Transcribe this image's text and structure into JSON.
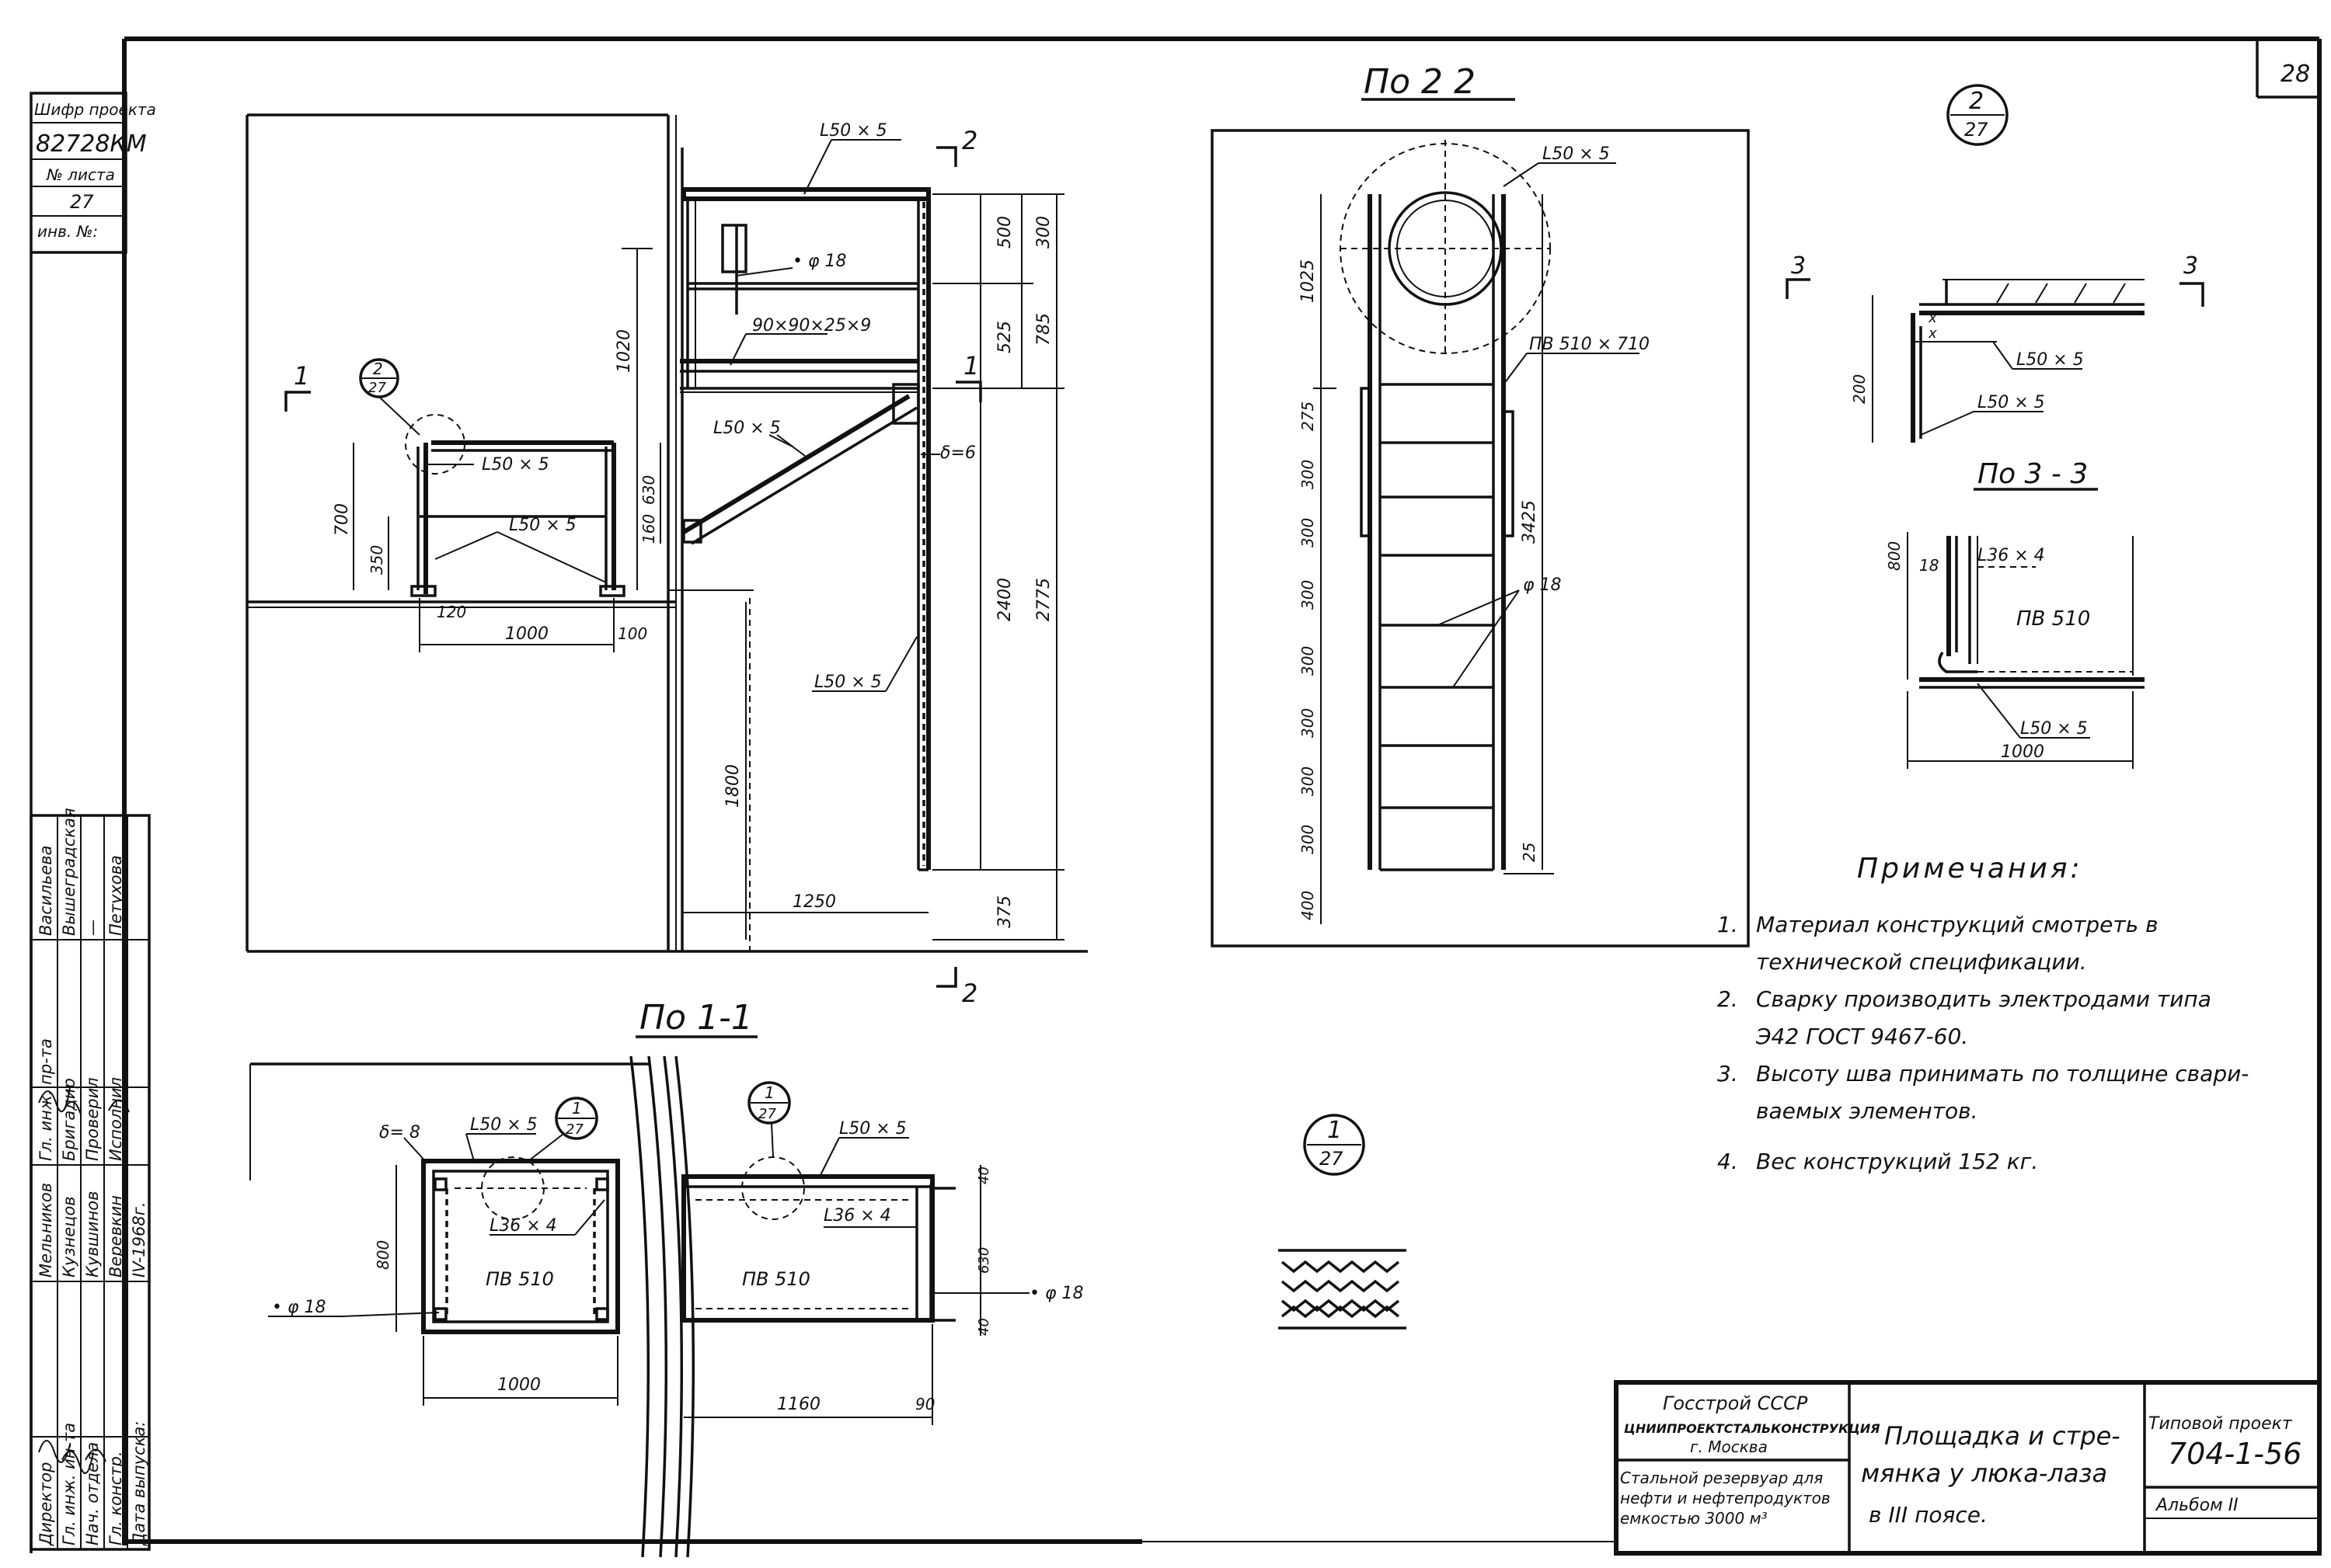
{
  "sheet": {
    "number": "28",
    "side_stamp": {
      "code_label": "Шифр проекта",
      "code": "82728КМ",
      "sheet_label": "№ листа",
      "sheet_no": "27",
      "inv_label": "инв. №:"
    },
    "approvals": [
      {
        "role": "Директор",
        "name": "Мельников"
      },
      {
        "role": "Гл. инж. ин-та",
        "name": "Кузнецов"
      },
      {
        "role": "Нач. отдела",
        "name": "Кувшинов"
      },
      {
        "role": "Гл. констр.",
        "name": "Веревкин"
      },
      {
        "role": "Дата выпуска:",
        "name": "IV-1968г."
      },
      {
        "role": "Гл. инж. пр-та",
        "name": "Васильева"
      },
      {
        "role": "Бригадир",
        "name": "Вышеградская"
      },
      {
        "role": "Проверил",
        "name": "—"
      },
      {
        "role": "Исполнил",
        "name": "Петухова"
      }
    ]
  },
  "views": {
    "main": {
      "cut1": "1",
      "cut2": "2",
      "callout_num": "2",
      "callout_den": "27",
      "labels": {
        "top_angle": "L50 × 5",
        "rod": "• φ 18",
        "bracket": "90×90×25×9",
        "brace": "L50 × 5",
        "plate": "δ=6",
        "post": "L50 × 5",
        "rail": "L50 × 5",
        "platform_rail": "L50 × 5"
      },
      "dims": [
        "500",
        "300",
        "525",
        "785",
        "1020",
        "630",
        "160",
        "2400",
        "2775",
        "1800",
        "375",
        "1250",
        "700",
        "350",
        "120",
        "1000",
        "100"
      ]
    },
    "section_2_2": {
      "title": "По 2 2",
      "labels": {
        "angle": "L50 × 5",
        "grating": "ПВ 510 × 710",
        "rungs": "φ 18"
      },
      "dims": [
        "1025",
        "275",
        "300",
        "300",
        "300",
        "300",
        "300",
        "300",
        "300",
        "400",
        "3425",
        "25"
      ]
    },
    "detail_2": {
      "callout_num": "2",
      "callout_den": "27",
      "cut": "3",
      "labels": {
        "angle_top": "L50 × 5",
        "angle_bot": "L50 × 5"
      },
      "dims": [
        "200"
      ]
    },
    "section_3_3": {
      "title": "По 3 - 3",
      "labels": {
        "angle_small": "L36 × 4",
        "grating": "ПВ 510",
        "angle": "L50 × 5"
      },
      "dims": [
        "800",
        "18",
        "1000"
      ]
    },
    "section_1_1": {
      "title": "По 1-1",
      "labels": {
        "plate": "δ= 8",
        "angle_a": "L50 × 5",
        "angle_small_a": "L36 × 4",
        "grating_a": "ПВ 510",
        "rod_a": "• φ 18",
        "angle_b": "L50 × 5",
        "angle_small_b": "L36 × 4",
        "grating_b": "ПВ 510",
        "rod_b": "• φ 18",
        "callout_num": "1",
        "callout_den": "27"
      },
      "dims": [
        "800",
        "1000",
        "40",
        "630",
        "40",
        "1160",
        "90"
      ]
    },
    "detail_1": {
      "callout_num": "1",
      "callout_den": "27"
    }
  },
  "notes": {
    "title": "Примечания:",
    "items": [
      {
        "n": "1.",
        "lines": [
          "Материал конструкций смотреть в",
          "технической спецификации."
        ]
      },
      {
        "n": "2.",
        "lines": [
          "Сварку производить электродами типа",
          "Э42 ГОСТ 9467-60."
        ]
      },
      {
        "n": "3.",
        "lines": [
          "Высоту шва принимать по толщине свари-",
          "ваемых элементов."
        ]
      },
      {
        "n": "4.",
        "lines": [
          "Вес конструкций 152 кг."
        ]
      }
    ]
  },
  "title_block": {
    "org1": "Госстрой СССР",
    "org2": "ЦНИИПРОЕКТСТАЛЬКОНСТРУКЦИЯ",
    "city": "г. Москва",
    "object1": "Стальной резервуар для",
    "object2": "нефти и нефтепродуктов",
    "object3": "емкостью 3000 м³",
    "drawing1": "Площадка и стре-",
    "drawing2": "мянка у люка-лаза",
    "drawing3": "в III поясе.",
    "typical_label": "Типовой проект",
    "typical_no": "704-1-56",
    "album": "Альбом II"
  }
}
